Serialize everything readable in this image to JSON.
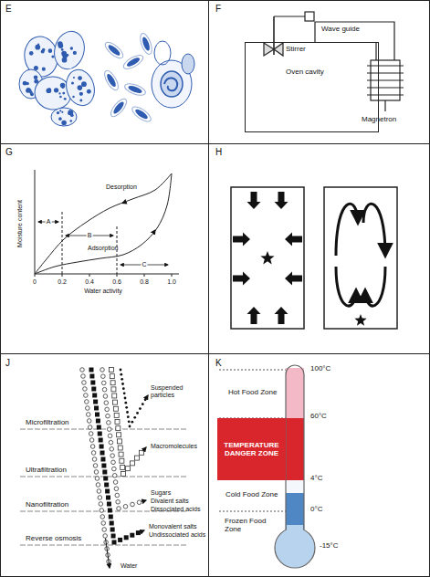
{
  "diagram": {
    "nodes": [
      {
        "text": [
          "Oven cavity"
        ]
      },
      {
        "text": [
          "TEMPERATURE DANGER ZONE"
        ]
      }
    ],
    "labels": [
      "E",
      "F",
      "G",
      "H",
      "J",
      "K",
      "Wave guide",
      "Stirrer",
      "Magnetron",
      "Moisture content",
      "Water activity",
      "0",
      "0.2",
      "0.4",
      "0.6",
      "0.8",
      "1.0",
      "Desorption",
      "Adsorption",
      "A",
      "B",
      "C",
      "Suspended particles",
      "Microfiltration",
      "Macromolecules",
      "Ultrafiltration",
      "Sugars",
      "Divalent salts",
      "Dissociated acids",
      "Nanofiltration",
      "Monovalent salts",
      "Undissociated acids",
      "Reverse osmosis",
      "Water",
      "100°C",
      "60°C",
      "Hot Food Zone",
      "4°C",
      "Cold Food Zone",
      "0°C",
      "Frozen Food Zone",
      "-15°C"
    ]
  }
}
